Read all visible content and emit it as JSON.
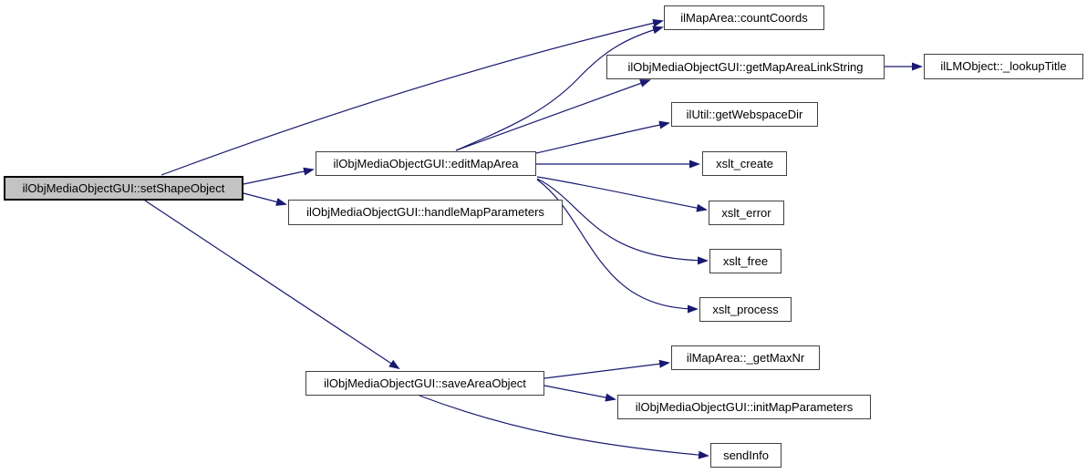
{
  "diagram": {
    "type": "doxygen-call-graph",
    "edge_color": "#191970",
    "node_border_color": "#404040",
    "highlight_fill": "#c3c3c3",
    "nodes": {
      "setShapeObject": {
        "label": "ilObjMediaObjectGUI::setShapeObject",
        "highlighted": true
      },
      "editMapArea": {
        "label": "ilObjMediaObjectGUI::editMapArea"
      },
      "handleMapParameters": {
        "label": "ilObjMediaObjectGUI::handleMapParameters"
      },
      "saveAreaObject": {
        "label": "ilObjMediaObjectGUI::saveAreaObject"
      },
      "countCoords": {
        "label": "ilMapArea::countCoords"
      },
      "getMapAreaLinkString": {
        "label": "ilObjMediaObjectGUI::getMapAreaLinkString"
      },
      "lookupTitle": {
        "label": "ilLMObject::_lookupTitle"
      },
      "getWebspaceDir": {
        "label": "ilUtil::getWebspaceDir"
      },
      "xsltCreate": {
        "label": "xslt_create"
      },
      "xsltError": {
        "label": "xslt_error"
      },
      "xsltFree": {
        "label": "xslt_free"
      },
      "xsltProcess": {
        "label": "xslt_process"
      },
      "getMaxNr": {
        "label": "ilMapArea::_getMaxNr"
      },
      "initMapParameters": {
        "label": "ilObjMediaObjectGUI::initMapParameters"
      },
      "sendInfo": {
        "label": "sendInfo"
      }
    },
    "edges": [
      {
        "from": "setShapeObject",
        "to": "countCoords"
      },
      {
        "from": "setShapeObject",
        "to": "editMapArea"
      },
      {
        "from": "setShapeObject",
        "to": "handleMapParameters"
      },
      {
        "from": "setShapeObject",
        "to": "saveAreaObject"
      },
      {
        "from": "editMapArea",
        "to": "countCoords"
      },
      {
        "from": "editMapArea",
        "to": "getMapAreaLinkString"
      },
      {
        "from": "editMapArea",
        "to": "getWebspaceDir"
      },
      {
        "from": "editMapArea",
        "to": "xsltCreate"
      },
      {
        "from": "editMapArea",
        "to": "xsltError"
      },
      {
        "from": "editMapArea",
        "to": "xsltFree"
      },
      {
        "from": "editMapArea",
        "to": "xsltProcess"
      },
      {
        "from": "getMapAreaLinkString",
        "to": "lookupTitle"
      },
      {
        "from": "saveAreaObject",
        "to": "getMaxNr"
      },
      {
        "from": "saveAreaObject",
        "to": "initMapParameters"
      },
      {
        "from": "saveAreaObject",
        "to": "sendInfo"
      }
    ]
  }
}
